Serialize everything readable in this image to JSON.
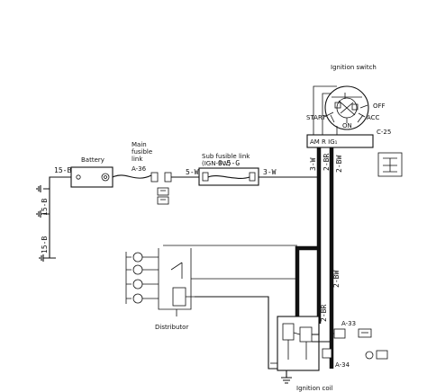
{
  "components": {
    "ignition_switch": "Ignition switch",
    "off": "OFF",
    "acc": "ACC",
    "on": "ON",
    "start": "START",
    "terminals": "AM  R    IG₁",
    "connector": "C-25",
    "battery": "Battery",
    "main_fusible_link": [
      "Main",
      "fusible",
      "link"
    ],
    "a36": "A-36",
    "sub_fusible_link": [
      "Sub fusible link",
      "(IGN-SW)"
    ],
    "distributor": "Distributor",
    "ignition_coil": "Ignition coil",
    "a33": "A-33",
    "a34": "A-34"
  },
  "wires": {
    "battery_ground": "15-B",
    "ground_left_1": "15-B",
    "ground_left_2": "15-B",
    "link_out": "5-W",
    "sub_link": "0.5-G",
    "switch_feed": "3-W",
    "am_down": "3-W",
    "r_down": "2-BR",
    "ig_down": "2-BW",
    "dist_feed": "2-BW",
    "coil_feed": "2-BR"
  }
}
